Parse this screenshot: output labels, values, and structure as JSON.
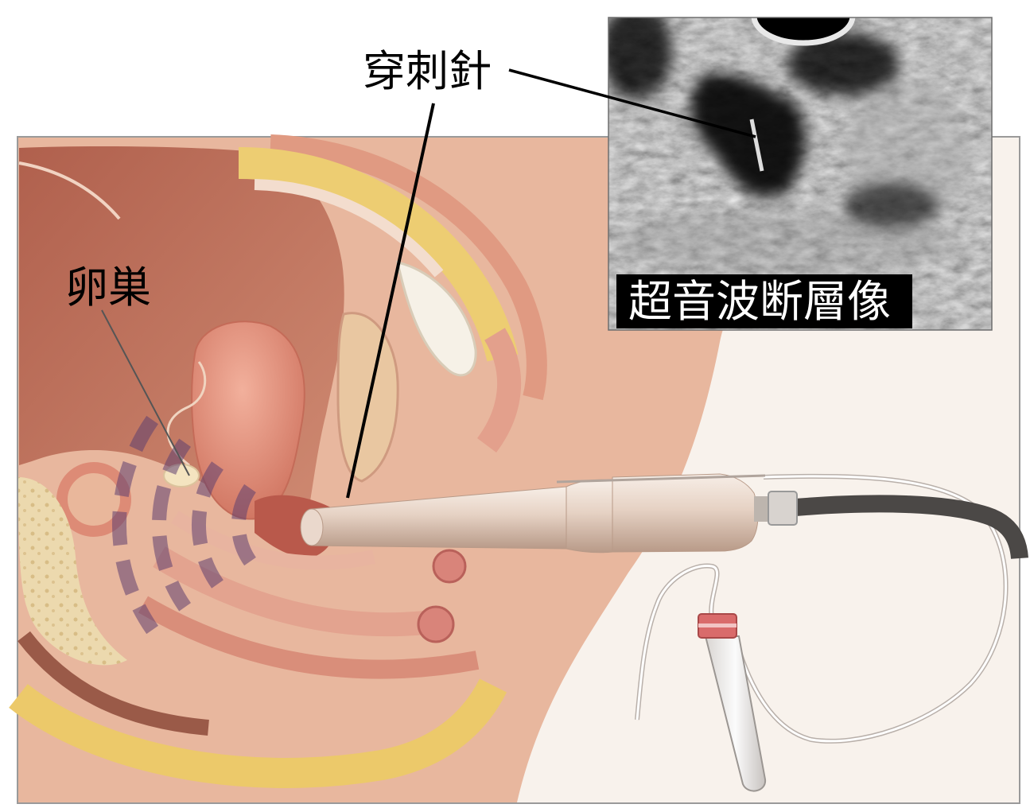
{
  "figure": {
    "labels": {
      "needle": "穿刺針",
      "ovary": "卵巣",
      "ultrasound_image": "超音波断層像"
    }
  },
  "colors": {
    "skin": "#e8b79e",
    "panel": "#f8f2ec",
    "fat": "#ecc96a",
    "probe": "#e6d2c4",
    "cable": "#4b4846",
    "tube_cap": "#d96b6b",
    "label_box": "#000000"
  }
}
